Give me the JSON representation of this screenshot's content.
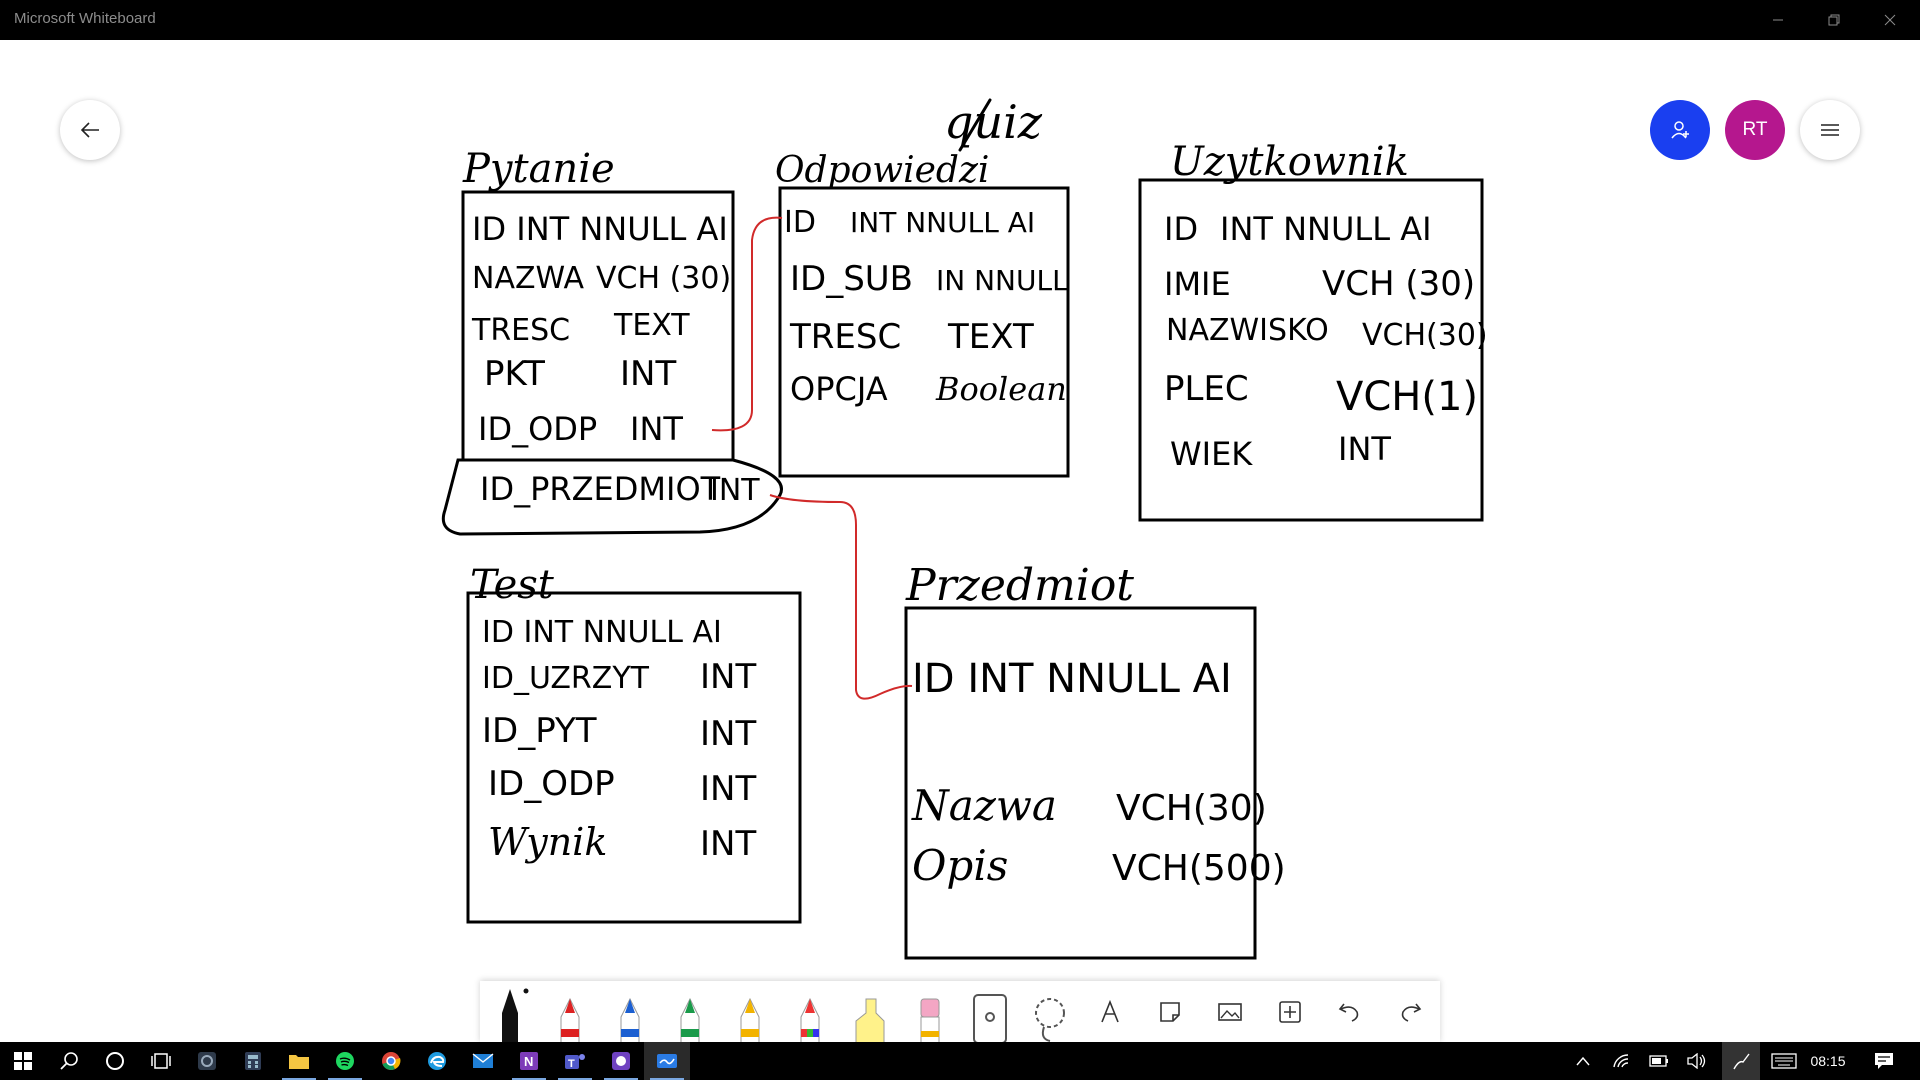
{
  "window": {
    "title": "Microsoft Whiteboard"
  },
  "header": {
    "avatar_initials": "RT"
  },
  "board": {
    "quiz_label": "quiz",
    "pytanie": {
      "title": "Pytanie",
      "rows": [
        [
          "ID INT NNULL AI",
          ""
        ],
        [
          "NAZWA",
          "VCH (30)"
        ],
        [
          "TRESC",
          "TEXT"
        ],
        [
          "PKT",
          "INT"
        ],
        [
          "ID_ODP",
          "INT"
        ],
        [
          "ID_PRZEDMIOT",
          "INT"
        ]
      ]
    },
    "odpowiedz": {
      "title": "Odpowiedzi",
      "rows": [
        [
          "ID",
          "INT NNULL AI"
        ],
        [
          "ID_SUB",
          "IN NNULL"
        ],
        [
          "TRESC",
          "TEXT"
        ],
        [
          "OPCJA",
          "Boolean"
        ]
      ]
    },
    "uzytkownik": {
      "title": "Uzytkownik",
      "rows": [
        [
          "ID",
          "INT NNULL AI"
        ],
        [
          "IMIE",
          "VCH (30)"
        ],
        [
          "NAZWISKO",
          "VCH(30)"
        ],
        [
          "PLEC",
          "VCH(1)"
        ],
        [
          "WIEK",
          "INT"
        ]
      ]
    },
    "test": {
      "title": "Test",
      "rows": [
        [
          "ID INT NNULL AI",
          ""
        ],
        [
          "ID_UZRZYT",
          "INT"
        ],
        [
          "ID_PYT",
          "INT"
        ],
        [
          "ID_ODP",
          "INT"
        ],
        [
          "Wynik",
          "INT"
        ]
      ]
    },
    "przedmiot": {
      "title": "Przedmiot",
      "rows": [
        [
          "ID INT NNULL AI",
          ""
        ],
        [
          "Nazwa",
          "VCH(30)"
        ],
        [
          "Opis",
          "VCH(500)"
        ]
      ]
    }
  },
  "toolbar": {
    "tools": [
      "black-pen",
      "red-pen",
      "blue-pen",
      "green-pen",
      "yellow-pen",
      "rainbow-pen",
      "highlighter",
      "eraser",
      "ruler",
      "lasso",
      "text",
      "note",
      "image",
      "add",
      "undo",
      "redo"
    ]
  },
  "taskbar": {
    "clock": "08:15",
    "apps": [
      "start",
      "search",
      "cortana",
      "task-view",
      "camera",
      "calculator",
      "file-explorer",
      "spotify",
      "chrome",
      "edge",
      "mail",
      "onenote",
      "teams",
      "github-desktop",
      "whiteboard"
    ]
  },
  "colors": {
    "connector": "#d12a2a",
    "invite": "#1a3ff0",
    "avatar": "#b5178e"
  }
}
